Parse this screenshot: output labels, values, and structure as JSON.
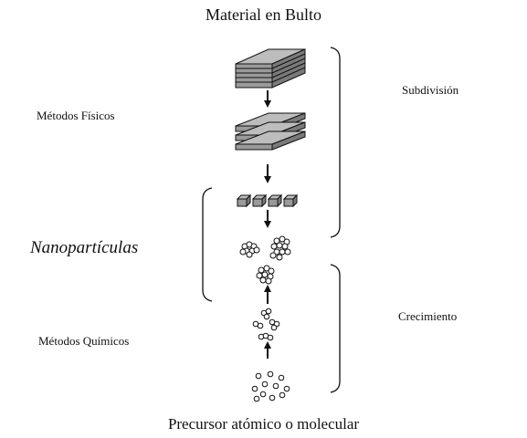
{
  "diagram": {
    "top_label": "Material en Bulto",
    "bottom_label": "Precursor atómico o molecular",
    "left_labels": {
      "physical_methods": "Métodos Físicos",
      "nanoparticles": "Nanopartículas",
      "chemical_methods": "Métodos Químicos"
    },
    "right_labels": {
      "subdivision": "Subdivisión",
      "growth": "Crecimiento"
    }
  },
  "colors": {
    "stroke": "#111111",
    "block_top": "#bdbdbd",
    "block_side": "#7a7a7a",
    "block_front": "#9a9a9a",
    "background": "#ffffff"
  }
}
